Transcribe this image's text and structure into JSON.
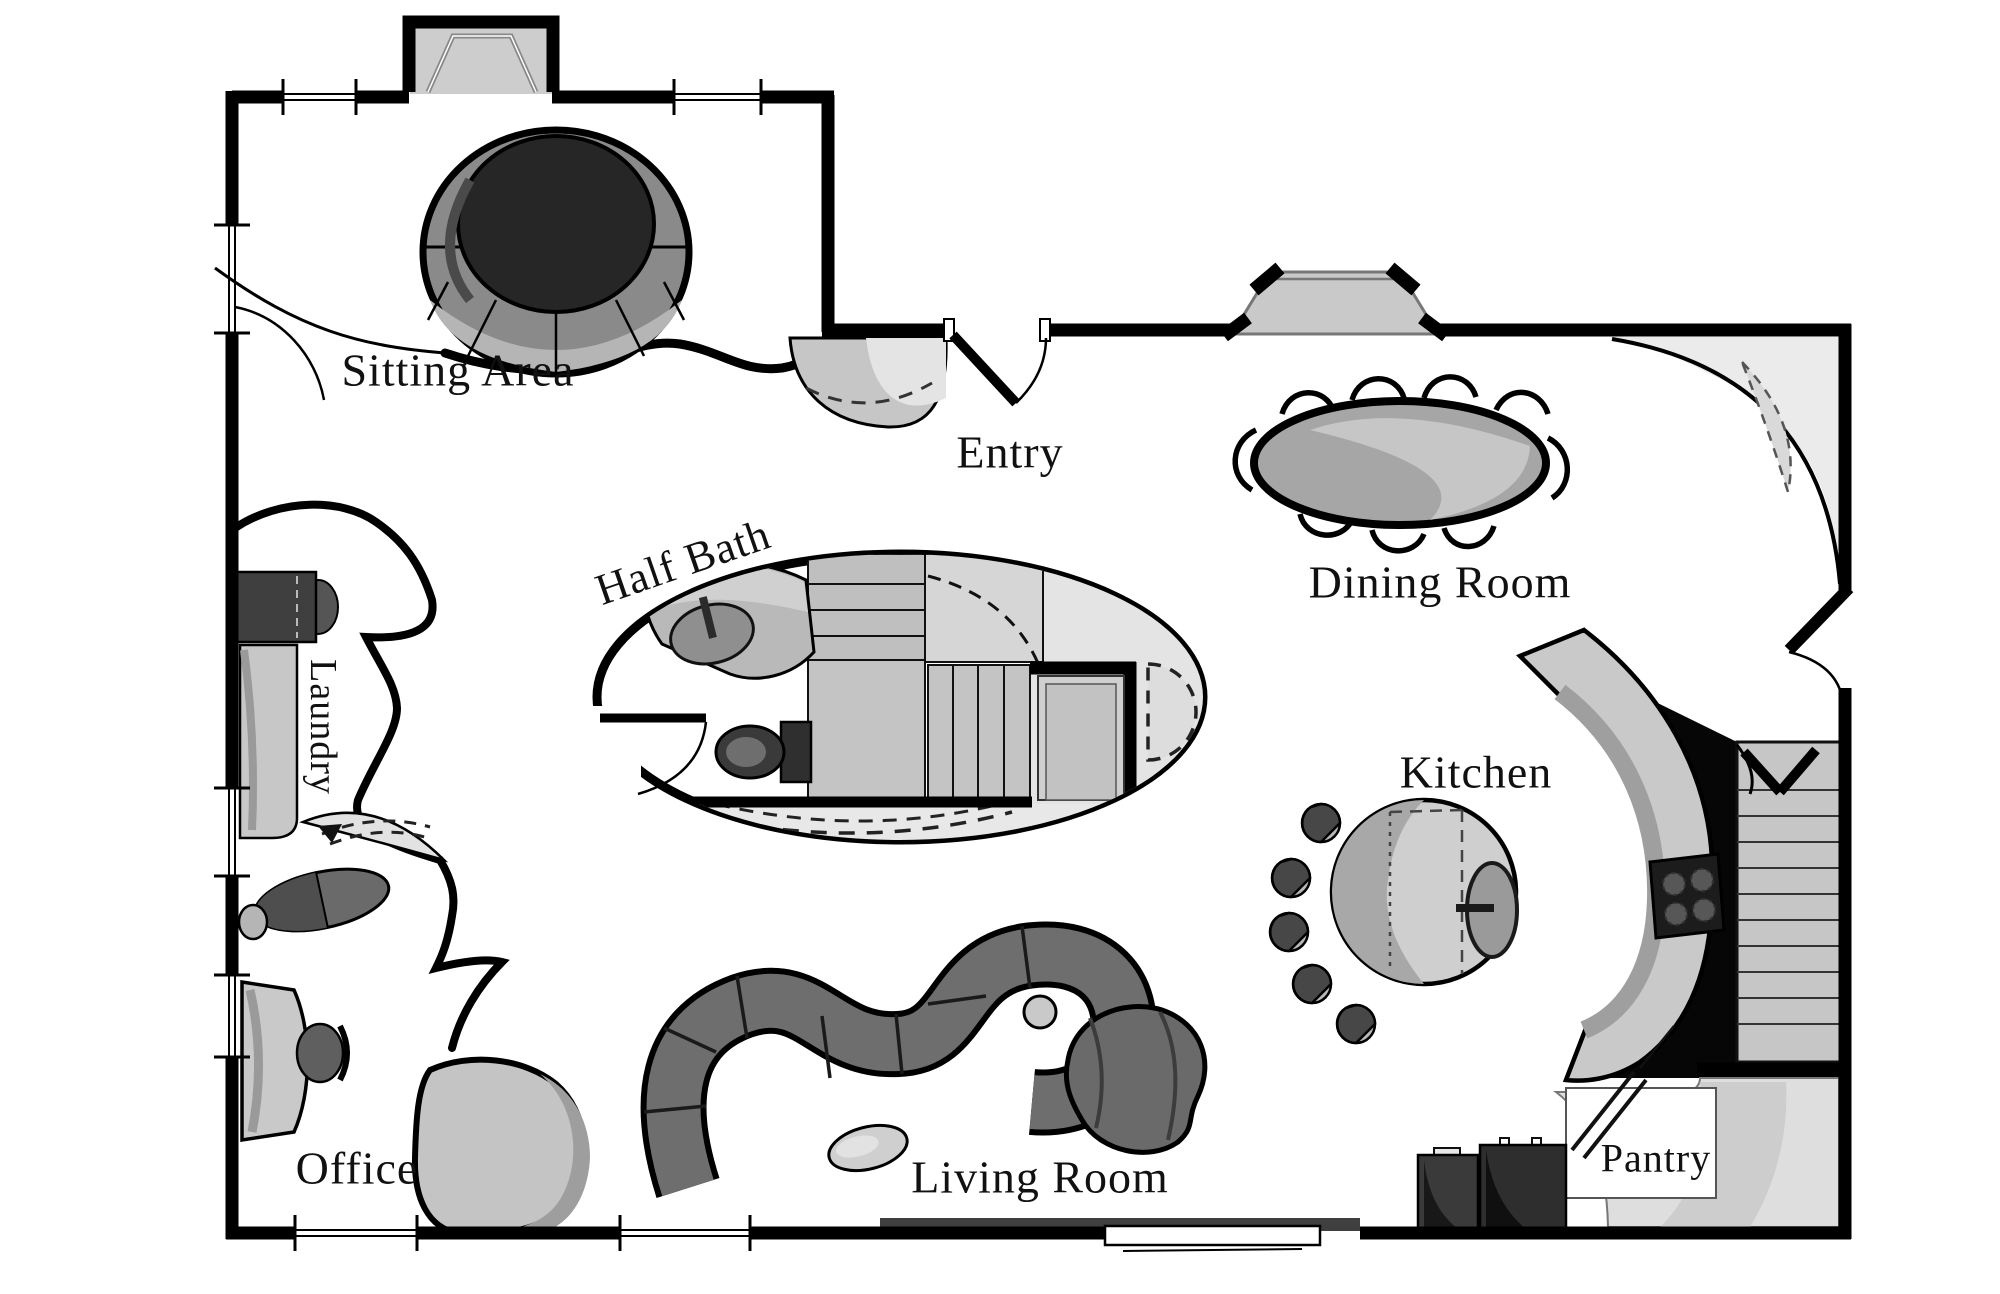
{
  "plan": {
    "type": "residential-floor-plan",
    "style": "hand-drawn monochrome",
    "rooms": {
      "sitting_area": {
        "label": "Sitting Area"
      },
      "entry": {
        "label": "Entry"
      },
      "dining_room": {
        "label": "Dining Room"
      },
      "half_bath": {
        "label": "Half Bath"
      },
      "laundry": {
        "label": "Laundry"
      },
      "kitchen": {
        "label": "Kitchen"
      },
      "office": {
        "label": "Office"
      },
      "living_room": {
        "label": "Living Room"
      },
      "pantry": {
        "label": "Pantry"
      }
    },
    "colors": {
      "wall": "#000000",
      "background": "#ffffff",
      "furniture_dark": "#2e2e2e",
      "furniture_mid": "#6e6e6e",
      "furniture_light": "#c9c9c9",
      "floor_shade": "#e6e6e6"
    }
  }
}
